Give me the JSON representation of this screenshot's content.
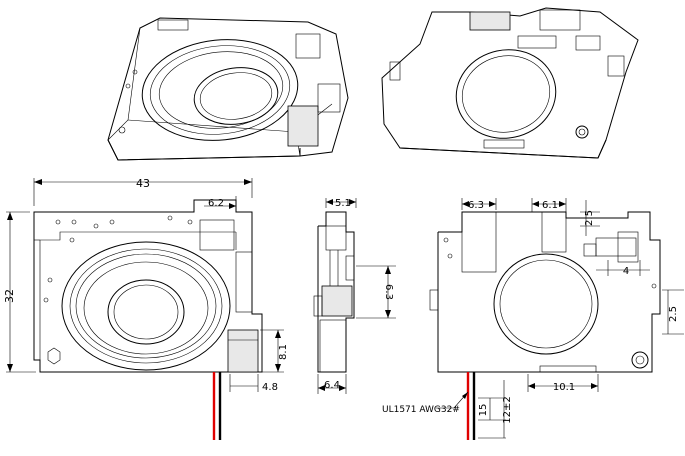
{
  "dimensions": {
    "front_width": "43",
    "front_top_width": "6.2",
    "front_height": "32",
    "front_height_small": "8.1",
    "front_bottom_width": "4.8",
    "side_top": "5.1",
    "side_height": "6.3",
    "side_bottom": "6.4",
    "back_top_left": "6.3",
    "back_top_right": "6.1",
    "back_right_small": "2.5",
    "back_right_width": "4",
    "back_right_edge": "2.5",
    "back_bottom": "10.1",
    "wire_a": "15",
    "wire_b": "12±2"
  },
  "wire_label": "UL1571 AWG32#",
  "colors": {
    "wire_red": "#e00000",
    "wire_black": "#000000"
  }
}
